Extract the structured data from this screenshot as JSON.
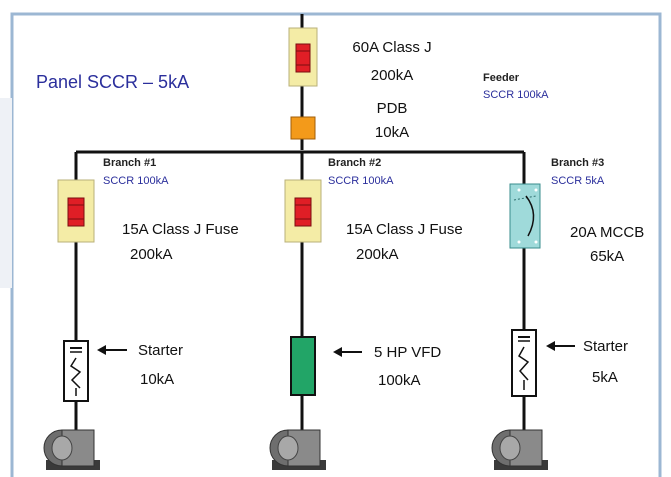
{
  "panel_title": "Panel SCCR – 5kA",
  "main": {
    "fuse_line1": "60A Class J",
    "fuse_line2": "200kA",
    "pdb_line1": "PDB",
    "pdb_line2": "10kA",
    "feeder_label": "Feeder",
    "feeder_sccr": "SCCR 100kA"
  },
  "branches": [
    {
      "name": "Branch #1",
      "sccr": "SCCR 100kA",
      "protector_line1": "15A Class J Fuse",
      "protector_line2": "200kA",
      "device_line1": "Starter",
      "device_line2": "10kA"
    },
    {
      "name": "Branch #2",
      "sccr": "SCCR 100kA",
      "protector_line1": "15A Class J Fuse",
      "protector_line2": "200kA",
      "device_line1": "5 HP VFD",
      "device_line2": "100kA"
    },
    {
      "name": "Branch #3",
      "sccr": "SCCR 5kA",
      "protector_line1": "20A MCCB",
      "protector_line2": "65kA",
      "device_line1": "Starter",
      "device_line2": "5kA"
    }
  ],
  "colors": {
    "frame": "#9cb7d3",
    "fuse_holder": "#f4eca6",
    "fuse": "#e01e26",
    "pdb": "#f39a1a",
    "mccb": "#9fdada",
    "vfd": "#22a567",
    "label_blue": "#2b2f9c"
  }
}
